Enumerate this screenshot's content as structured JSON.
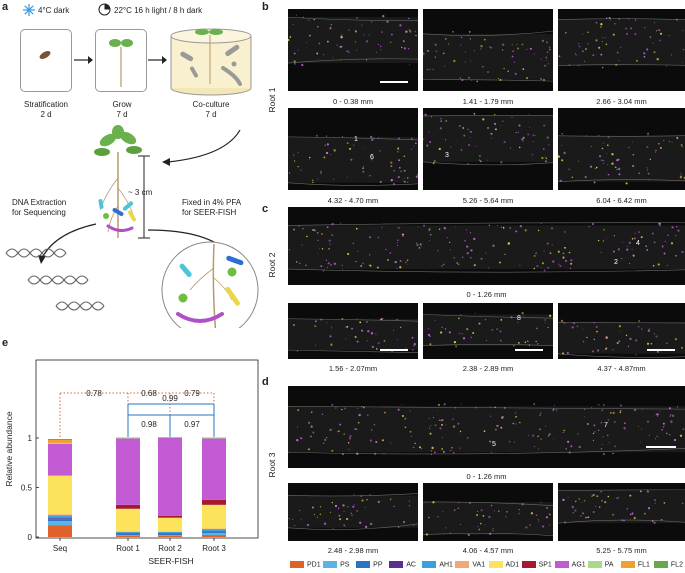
{
  "panel_labels": {
    "a": "a",
    "b": "b",
    "c": "c",
    "d": "d",
    "e": "e"
  },
  "panel_a": {
    "cold_label": "4°C dark",
    "light_label": "22°C  16 h  light / 8 h dark",
    "steps": [
      {
        "name": "Stratification",
        "duration": "2 d"
      },
      {
        "name": "Grow",
        "duration": "7 d"
      },
      {
        "name": "Co-culture",
        "duration": "7 d"
      }
    ],
    "length_label": "~ 3 cm",
    "dna_label_1": "DNA Extraction",
    "dna_label_2": "for Sequencing",
    "fix_label_1": "Fixed in 4% PFA",
    "fix_label_2": "for SEER-FISH",
    "colors": {
      "seed": "#7a5230",
      "leaf": "#6ab04c",
      "bac_cyan": "#4fc3d9",
      "bac_blue": "#2b6fd6",
      "bac_yellow": "#e8d84a",
      "bac_purple": "#b04fc8",
      "bac_green": "#6cbf3c"
    }
  },
  "panel_b": {
    "root_label": "Root 1",
    "images": [
      {
        "caption": "0 - 0.38 mm"
      },
      {
        "caption": "1.41 - 1.79 mm"
      },
      {
        "caption": "2.66 - 3.04 mm"
      },
      {
        "caption": "4.32 - 4.70 mm",
        "marks": [
          "1",
          "6"
        ]
      },
      {
        "caption": "5.26 - 5.64 mm",
        "marks": [
          "3"
        ]
      },
      {
        "caption": "6.04 - 6.42 mm"
      }
    ]
  },
  "panel_c": {
    "root_label": "Root 2",
    "wide_caption": "0 - 1.26 mm",
    "wide_marks": [
      "4",
      "2"
    ],
    "images": [
      {
        "caption": "1.56 - 2.07mm"
      },
      {
        "caption": "2.38 - 2.89 mm",
        "marks": [
          "8"
        ]
      },
      {
        "caption": "4.37 - 4.87mm"
      }
    ]
  },
  "panel_d": {
    "root_label": "Root 3",
    "wide_caption": "0 - 1.26 mm",
    "wide_marks": [
      "5",
      "7"
    ],
    "images": [
      {
        "caption": "2.48 - 2.98 mm"
      },
      {
        "caption": "4.06 - 4.57 mm"
      },
      {
        "caption": "5.25 - 5.75 mm"
      }
    ]
  },
  "chart_data": {
    "type": "bar",
    "stacked": true,
    "categories": [
      "Seq",
      "Root 1",
      "Root 2",
      "Root 3"
    ],
    "xlabel": "SEER-FISH",
    "ylabel": "Relative abundance",
    "ylim": [
      0,
      1
    ],
    "yticks": [
      "0",
      "0.5",
      "1"
    ],
    "series": [
      {
        "name": "PD1",
        "color": "#e0622a",
        "values": [
          0.12,
          0.01,
          0.01,
          0.02
        ]
      },
      {
        "name": "PS",
        "color": "#5ab4e6",
        "values": [
          0.04,
          0.01,
          0.01,
          0.02
        ]
      },
      {
        "name": "PP",
        "color": "#2a74c4",
        "values": [
          0.02,
          0.01,
          0.01,
          0.01
        ]
      },
      {
        "name": "AC",
        "color": "#5a2f8f",
        "values": [
          0.01,
          0.005,
          0.005,
          0.005
        ]
      },
      {
        "name": "AH1",
        "color": "#3aa0e0",
        "values": [
          0.03,
          0.015,
          0.015,
          0.025
        ]
      },
      {
        "name": "VA1",
        "color": "#f4a678",
        "values": [
          0.01,
          0.005,
          0.005,
          0.005
        ]
      },
      {
        "name": "AD1",
        "color": "#fde35c",
        "values": [
          0.39,
          0.23,
          0.14,
          0.24
        ]
      },
      {
        "name": "SP1",
        "color": "#a6192e",
        "values": [
          0.0,
          0.04,
          0.02,
          0.05
        ]
      },
      {
        "name": "AG1",
        "color": "#c25bd3",
        "values": [
          0.32,
          0.67,
          0.785,
          0.62
        ]
      },
      {
        "name": "PA",
        "color": "#a9d98b",
        "values": [
          0.01,
          0.005,
          0.005,
          0.005
        ]
      },
      {
        "name": "FL1",
        "color": "#f0a030",
        "values": [
          0.03,
          0.005,
          0.005,
          0.005
        ]
      },
      {
        "name": "FL2",
        "color": "#6aa84f",
        "values": [
          0.01,
          0.0,
          0.0,
          0.0
        ]
      }
    ],
    "annotations": {
      "seq_comparisons": [
        {
          "to": "Root 1",
          "value": "0.78"
        },
        {
          "to": "Root 2",
          "value": "0.68"
        },
        {
          "to": "Root 3",
          "value": "0.79"
        }
      ],
      "root_comparisons": [
        {
          "pair": [
            "Root 1",
            "Root 3"
          ],
          "value": "0.99"
        },
        {
          "pair": [
            "Root 1",
            "Root 2"
          ],
          "value": "0.98"
        },
        {
          "pair": [
            "Root 2",
            "Root 3"
          ],
          "value": "0.97"
        }
      ],
      "seq_color": "#e0622a",
      "root_color": "#2a74c4"
    }
  },
  "legend": [
    "PD1",
    "PS",
    "PP",
    "AC",
    "AH1",
    "VA1",
    "AD1",
    "SP1",
    "AG1",
    "PA",
    "FL1",
    "FL2"
  ]
}
